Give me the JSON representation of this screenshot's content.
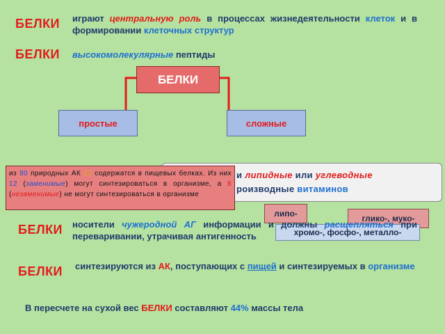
{
  "heading": "БЕЛКИ",
  "row1": {
    "t1": "играют ",
    "t2": "центральную роль",
    "t3": " в процессах жизнедеятельности ",
    "t4": "клеток",
    "t5": " и в формировании ",
    "t6": "клеточных структур"
  },
  "row2": {
    "t1": "высокомолекулярные",
    "t2": " пептиды"
  },
  "diagram": {
    "root": "БЕЛКИ",
    "simple": "простые",
    "complex": "сложные"
  },
  "callout": {
    "line1_a": "и ",
    "line1_b": "липидные",
    "line1_c": " или ",
    "line1_d": "углеводные",
    "line2_a": "роизводные ",
    "line2_b": "витаминов"
  },
  "tooltip": {
    "a": "из ",
    "b": "80",
    "c": " природных АК ",
    "d": "22",
    "e": " содержатся в пищевых белках. Из них ",
    "f": "12",
    "g": " (",
    "h": "заменимые",
    "i": ") могут синтезироваться в организме, а ",
    "j": "8",
    "k": " (",
    "l": "незаменимые",
    "m": ") не могут синтезироваться в организме"
  },
  "labels": {
    "lipo": "липо-",
    "gliko": "глико-, муко-",
    "chromo": "хромо-, фосфо-, металло-"
  },
  "row3": {
    "t1": "носители ",
    "t2": "чужеродной",
    "t3": " АГ",
    "t4": " информации и должны ",
    "t5": "расщепляться",
    "t6": " при переваривании, утрачивая антигенность"
  },
  "row4": {
    "t1": "синтезируются из ",
    "t2": "АК",
    "t3": ", поступающих с ",
    "t4": "пищей",
    "t5": " и синтезируемых в ",
    "t6": "организме"
  },
  "footer": {
    "t1": "В пересчете на сухой вес ",
    "t2": "БЕЛКИ",
    "t3": " составляют ",
    "t4": "44%",
    "t5": " массы тела"
  },
  "colors": {
    "background": "#b5e2a0",
    "accent_red": "#e31b1b",
    "accent_blue": "#1f6fd0",
    "text_dark": "#1f3a6b"
  }
}
